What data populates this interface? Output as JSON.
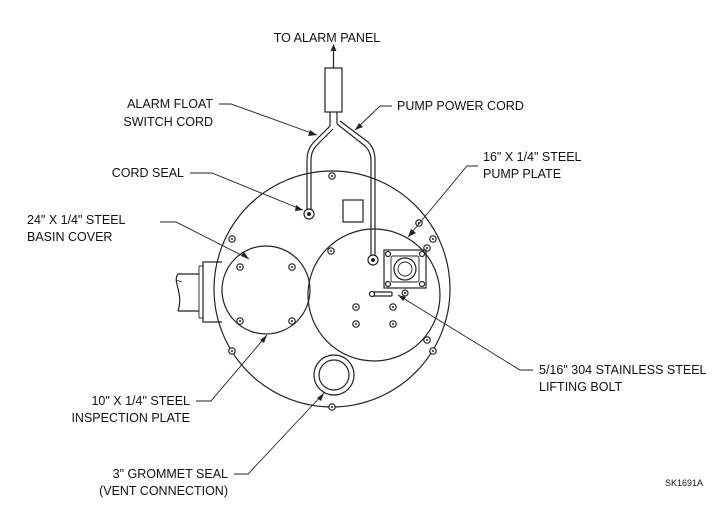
{
  "labels": {
    "alarm_panel": "TO ALARM PANEL",
    "alarm_float_1": "ALARM FLOAT",
    "alarm_float_2": "SWITCH CORD",
    "pump_power": "PUMP POWER CORD",
    "cord_seal": "CORD SEAL",
    "pump_plate_1": "16\" X 1/4\" STEEL",
    "pump_plate_2": "PUMP PLATE",
    "basin_cover_1": "24\" X 1/4\" STEEL",
    "basin_cover_2": "BASIN COVER",
    "inspection_1": "10\" X 1/4\" STEEL",
    "inspection_2": "INSPECTION PLATE",
    "lifting_1": "5/16\" 304 STAINLESS STEEL",
    "lifting_2": "LIFTING BOLT",
    "grommet_1": "3\" GROMMET SEAL",
    "grommet_2": "(VENT CONNECTION)",
    "drawing_no": "SK1691A"
  }
}
